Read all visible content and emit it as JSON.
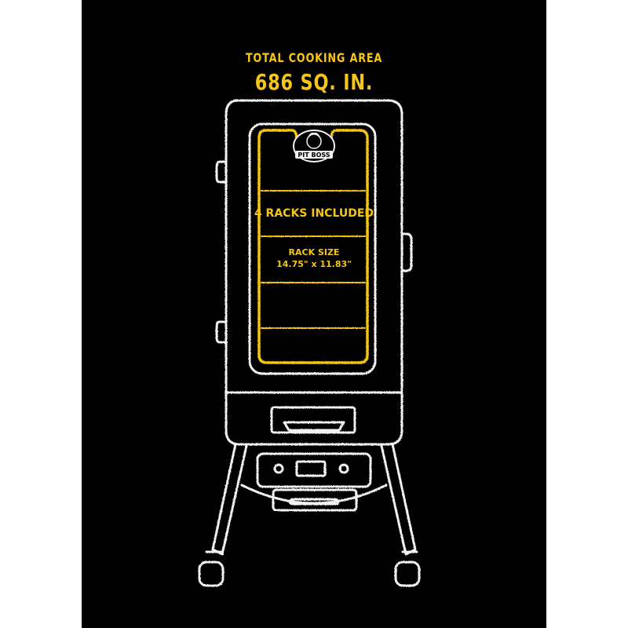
{
  "colors": {
    "background": "#000000",
    "outline": "#f2f2f2",
    "accent": "#f5c518"
  },
  "headline": {
    "line1": "TOTAL COOKING AREA",
    "line2": "686 SQ. IN."
  },
  "window": {
    "racks_label": "4 RACKS INCLUDED",
    "rack_size_label": "RACK SIZE",
    "rack_size_value": "14.75\" x 11.83\""
  },
  "logo": {
    "text": "PIT BOSS",
    "icon": "chef-logo-icon"
  }
}
